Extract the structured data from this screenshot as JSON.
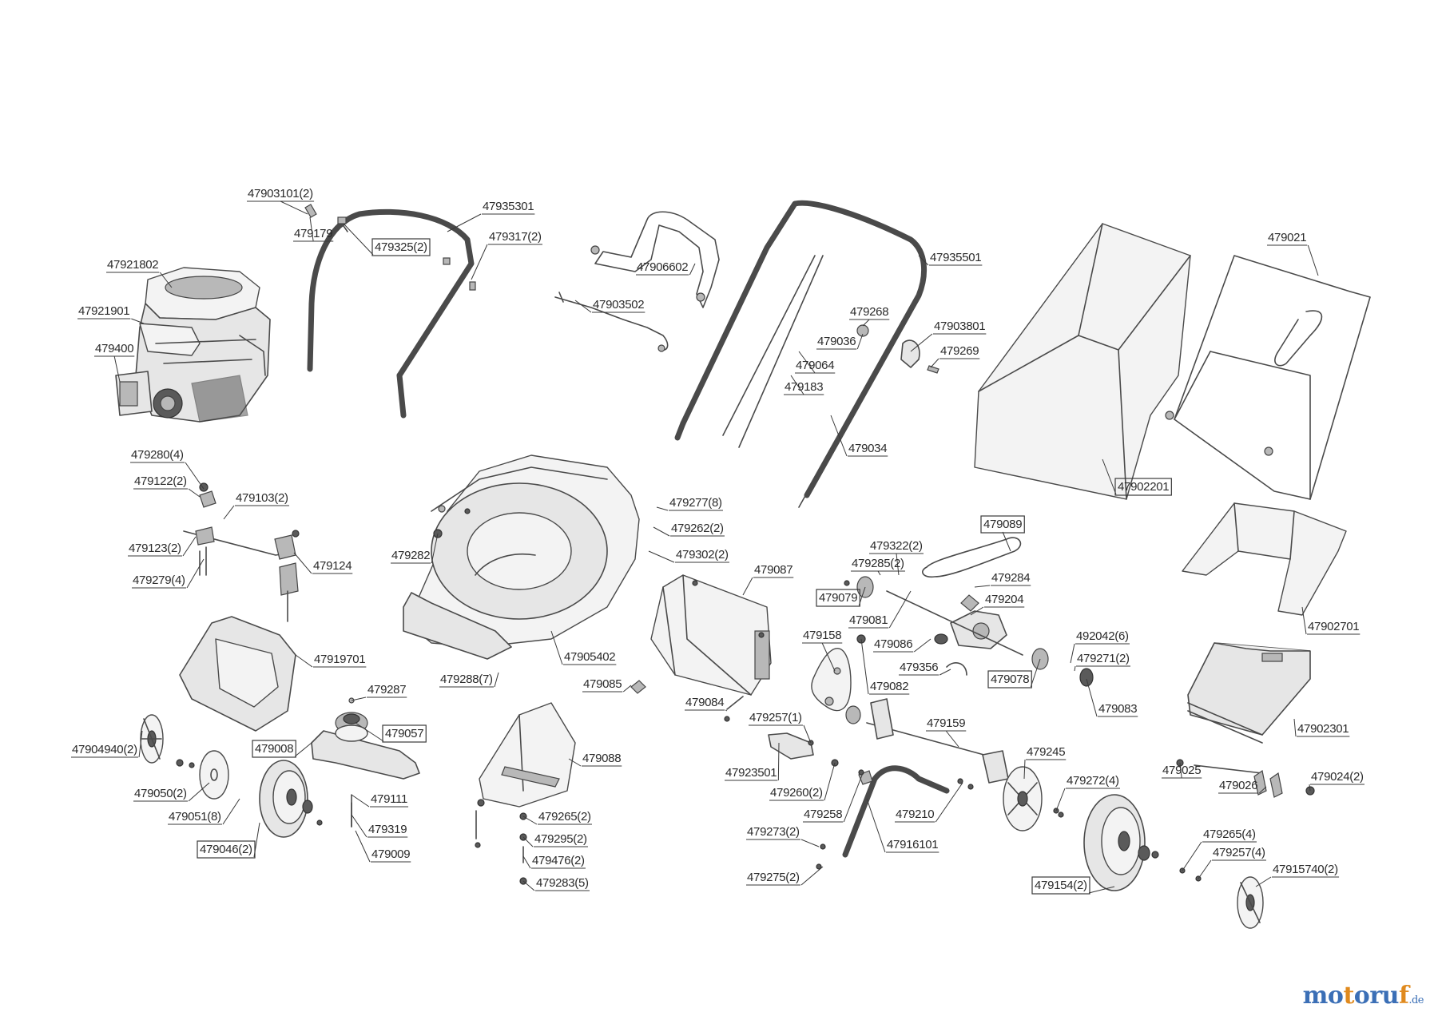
{
  "labels": [
    {
      "id": "l01",
      "text": "47903101(2)"
    },
    {
      "id": "l02",
      "text": "479179"
    },
    {
      "id": "l03",
      "text": "479325(2)",
      "boxed": true
    },
    {
      "id": "l04",
      "text": "47935301"
    },
    {
      "id": "l05",
      "text": "479317(2)"
    },
    {
      "id": "l06",
      "text": "47921802"
    },
    {
      "id": "l07",
      "text": "47921901"
    },
    {
      "id": "l08",
      "text": "479400"
    },
    {
      "id": "l09",
      "text": "47906602"
    },
    {
      "id": "l10",
      "text": "47903502"
    },
    {
      "id": "l11",
      "text": "47935501"
    },
    {
      "id": "l12",
      "text": "479268"
    },
    {
      "id": "l13",
      "text": "479036"
    },
    {
      "id": "l14",
      "text": "479064"
    },
    {
      "id": "l15",
      "text": "479183"
    },
    {
      "id": "l16",
      "text": "47903801"
    },
    {
      "id": "l17",
      "text": "479269"
    },
    {
      "id": "l18",
      "text": "479034"
    },
    {
      "id": "l19",
      "text": "479021"
    },
    {
      "id": "l20",
      "text": "47902201",
      "boxed": true
    },
    {
      "id": "l21",
      "text": "479280(4)"
    },
    {
      "id": "l22",
      "text": "479122(2)"
    },
    {
      "id": "l23",
      "text": "479103(2)"
    },
    {
      "id": "l24",
      "text": "479123(2)"
    },
    {
      "id": "l25",
      "text": "479124"
    },
    {
      "id": "l26",
      "text": "479279(4)"
    },
    {
      "id": "l27",
      "text": "479282"
    },
    {
      "id": "l28",
      "text": "479277(8)"
    },
    {
      "id": "l29",
      "text": "479262(2)"
    },
    {
      "id": "l30",
      "text": "479302(2)"
    },
    {
      "id": "l31",
      "text": "479087"
    },
    {
      "id": "l32",
      "text": "479089",
      "boxed": true
    },
    {
      "id": "l33",
      "text": "479322(2)"
    },
    {
      "id": "l34",
      "text": "479285(2)"
    },
    {
      "id": "l35",
      "text": "479284"
    },
    {
      "id": "l36",
      "text": "479079",
      "boxed": true
    },
    {
      "id": "l37",
      "text": "479204"
    },
    {
      "id": "l38",
      "text": "479081"
    },
    {
      "id": "l39",
      "text": "47919701"
    },
    {
      "id": "l40",
      "text": "479287"
    },
    {
      "id": "l41",
      "text": "479288(7)"
    },
    {
      "id": "l42",
      "text": "47905402"
    },
    {
      "id": "l43",
      "text": "479158"
    },
    {
      "id": "l44",
      "text": "479086"
    },
    {
      "id": "l45",
      "text": "479356"
    },
    {
      "id": "l46",
      "text": "479078",
      "boxed": true
    },
    {
      "id": "l47",
      "text": "492042(6)"
    },
    {
      "id": "l48",
      "text": "479271(2)"
    },
    {
      "id": "l49",
      "text": "47902701"
    },
    {
      "id": "l50",
      "text": "479085"
    },
    {
      "id": "l51",
      "text": "479084"
    },
    {
      "id": "l52",
      "text": "479082"
    },
    {
      "id": "l53",
      "text": "479083"
    },
    {
      "id": "l54",
      "text": "47902301"
    },
    {
      "id": "l55",
      "text": "479008",
      "boxed": true
    },
    {
      "id": "l56",
      "text": "479057",
      "boxed": true
    },
    {
      "id": "l57",
      "text": "47904940(2)"
    },
    {
      "id": "l58",
      "text": "479257(1)"
    },
    {
      "id": "l59",
      "text": "479159"
    },
    {
      "id": "l60",
      "text": "47923501"
    },
    {
      "id": "l61",
      "text": "479088"
    },
    {
      "id": "l62",
      "text": "479245"
    },
    {
      "id": "l63",
      "text": "479025"
    },
    {
      "id": "l64",
      "text": "479050(2)"
    },
    {
      "id": "l65",
      "text": "479111"
    },
    {
      "id": "l66",
      "text": "479260(2)"
    },
    {
      "id": "l67",
      "text": "479272(4)"
    },
    {
      "id": "l68",
      "text": "479026"
    },
    {
      "id": "l69",
      "text": "479024(2)"
    },
    {
      "id": "l70",
      "text": "479051(8)"
    },
    {
      "id": "l71",
      "text": "479258"
    },
    {
      "id": "l72",
      "text": "479210"
    },
    {
      "id": "l73",
      "text": "479265(2)"
    },
    {
      "id": "l74",
      "text": "479319"
    },
    {
      "id": "l75",
      "text": "479295(2)"
    },
    {
      "id": "l76",
      "text": "479046(2)",
      "boxed": true
    },
    {
      "id": "l77",
      "text": "479009"
    },
    {
      "id": "l78",
      "text": "479273(2)"
    },
    {
      "id": "l79",
      "text": "47916101"
    },
    {
      "id": "l80",
      "text": "479476(2)"
    },
    {
      "id": "l81",
      "text": "479265(4)"
    },
    {
      "id": "l82",
      "text": "479257(4)"
    },
    {
      "id": "l83",
      "text": "47915740(2)"
    },
    {
      "id": "l84",
      "text": "479275(2)"
    },
    {
      "id": "l85",
      "text": "479283(5)"
    },
    {
      "id": "l86",
      "text": "479154(2)",
      "boxed": true
    }
  ],
  "watermark": {
    "main": "motoruf",
    "tld": ".de",
    "colors": [
      "#3b6fb6",
      "#3b6fb6",
      "#e08a1e",
      "#3b6fb6",
      "#3b6fb6",
      "#3b6fb6",
      "#e08a1e"
    ]
  }
}
